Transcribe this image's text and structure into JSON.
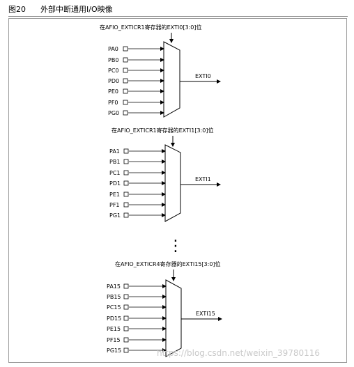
{
  "figure": {
    "number": "图20",
    "title": "外部中断通用I/O映像"
  },
  "groups": [
    {
      "register_label": "在AFIO_EXTICR1寄存器的EXTI0[3:0]位",
      "inputs": [
        "PA0",
        "PB0",
        "PC0",
        "PD0",
        "PE0",
        "PF0",
        "PG0"
      ],
      "output": "EXTI0"
    },
    {
      "register_label": "在AFIO_EXTICR1寄存器的EXTI1[3:0]位",
      "inputs": [
        "PA1",
        "PB1",
        "PC1",
        "PD1",
        "PE1",
        "PF1",
        "PG1"
      ],
      "output": "EXTI1"
    },
    {
      "register_label": "在AFIO_EXTICR4寄存器的EXTI15[3:0]位",
      "inputs": [
        "PA15",
        "PB15",
        "PC15",
        "PD15",
        "PE15",
        "PF15",
        "PG15"
      ],
      "output": "EXTI15"
    }
  ],
  "ellipsis": "⋮",
  "watermark": "https://blog.csdn.net/weixin_39780116"
}
